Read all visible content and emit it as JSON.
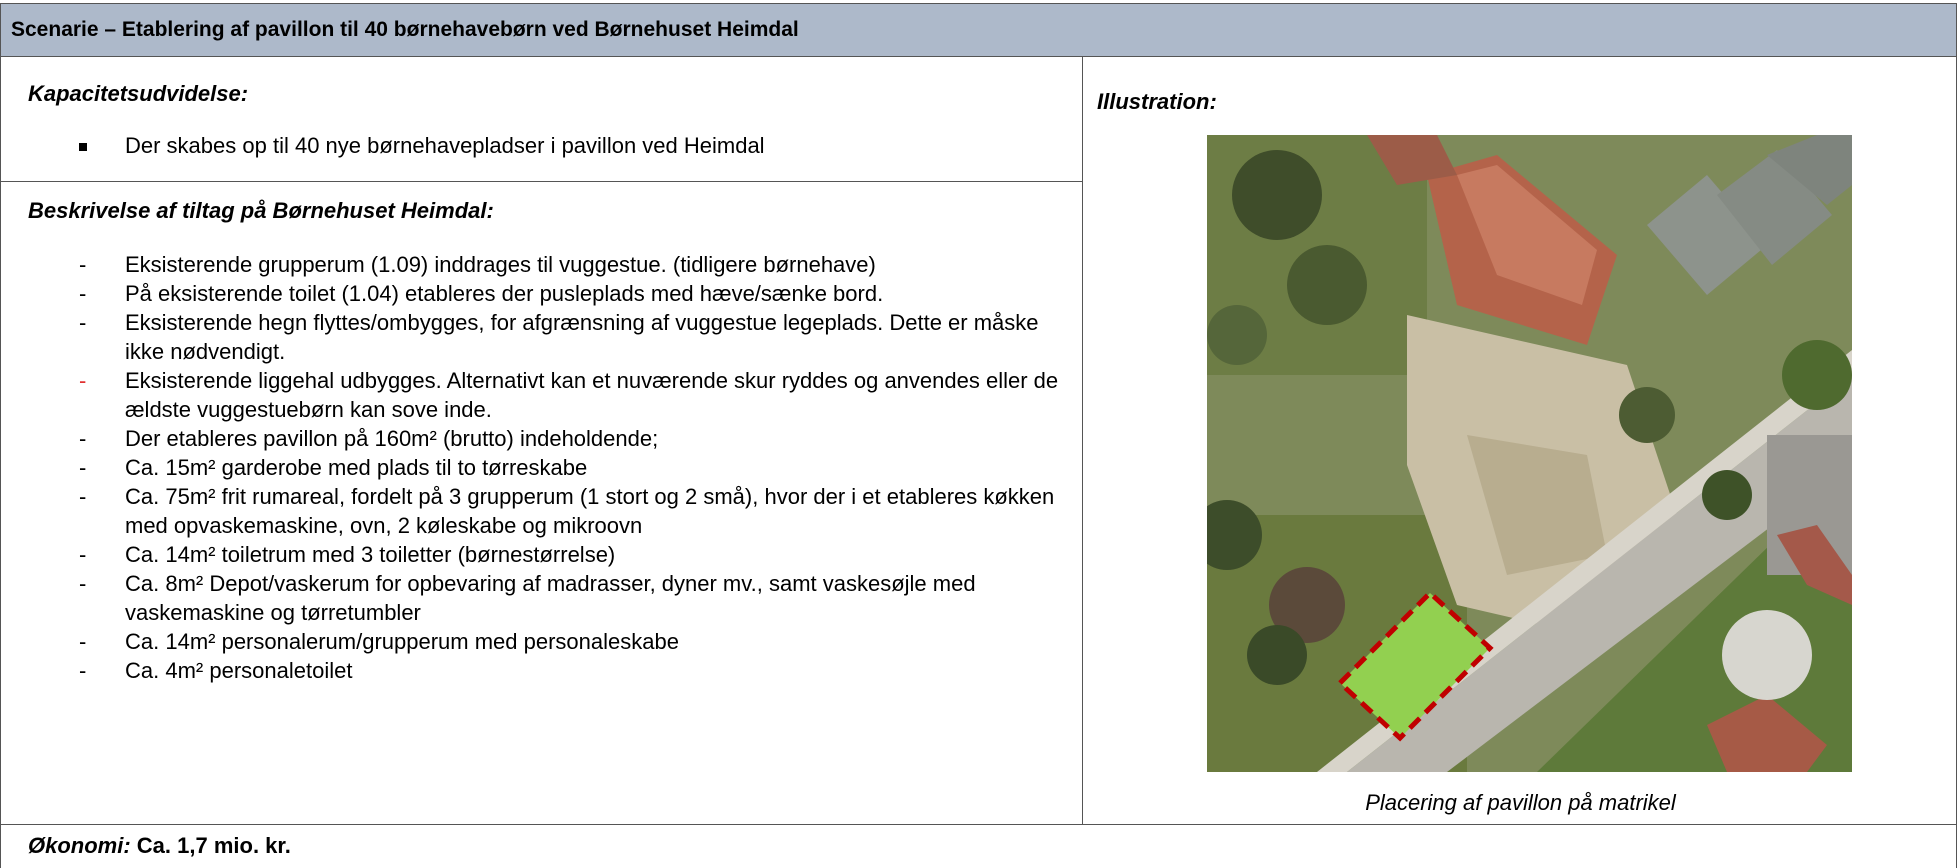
{
  "header": {
    "title": "Scenarie – Etablering af pavillon til 40 børnehavebørn ved Børnehuset Heimdal"
  },
  "capacity": {
    "title": "Kapacitetsudvidelse:",
    "bullet": "Der skabes op til 40 nye børnehavepladser i pavillon ved Heimdal"
  },
  "description": {
    "title": "Beskrivelse af tiltag på Børnehuset Heimdal:",
    "items": [
      {
        "text": "Eksisterende grupperum (1.09) inddrages til vuggestue. (tidligere børnehave)"
      },
      {
        "text": "På eksisterende toilet (1.04) etableres der pusleplads med hæve/sænke bord."
      },
      {
        "text": "Eksisterende hegn flyttes/ombygges, for afgrænsning af vuggestue legeplads. Dette er måske ikke nødvendigt."
      },
      {
        "text": "Eksisterende liggehal udbygges. Alternativt kan et nuværende skur ryddes og anvendes eller de ældste vuggestuebørn kan sove inde."
      },
      {
        "text": "Der etableres pavillon på 160m² (brutto) indeholdende;"
      },
      {
        "text": "Ca. 15m² garderobe med plads til to tørreskabe"
      },
      {
        "text": "Ca. 75m² frit rumareal, fordelt på 3 grupperum (1 stort og 2 små), hvor der i et etableres køkken med opvaskemaskine, ovn, 2 køleskabe og mikroovn"
      },
      {
        "text": "Ca. 14m² toiletrum med 3 toiletter (børnestørrelse)"
      },
      {
        "text": "Ca. 8m² Depot/vaskerum for opbevaring af madrasser, dyner mv., samt vaskesøjle med vaskemaskine og tørretumbler"
      },
      {
        "text": "Ca. 14m² personalerum/grupperum med personaleskabe"
      },
      {
        "text": "Ca. 4m² personaletoilet"
      }
    ],
    "dash": "-",
    "dash_color_normal": "#000000",
    "dash_color_highlight": "#e03030"
  },
  "illustration": {
    "title": "Illustration:",
    "caption": "Placering af pavillon på matrikel",
    "marker_fill": "#92d050",
    "marker_border": "#c00000"
  },
  "economy": {
    "label": "Økonomi:",
    "value": " Ca. 1,7 mio. kr."
  },
  "colors": {
    "header_bg": "#adb9ca",
    "border": "#555555"
  }
}
